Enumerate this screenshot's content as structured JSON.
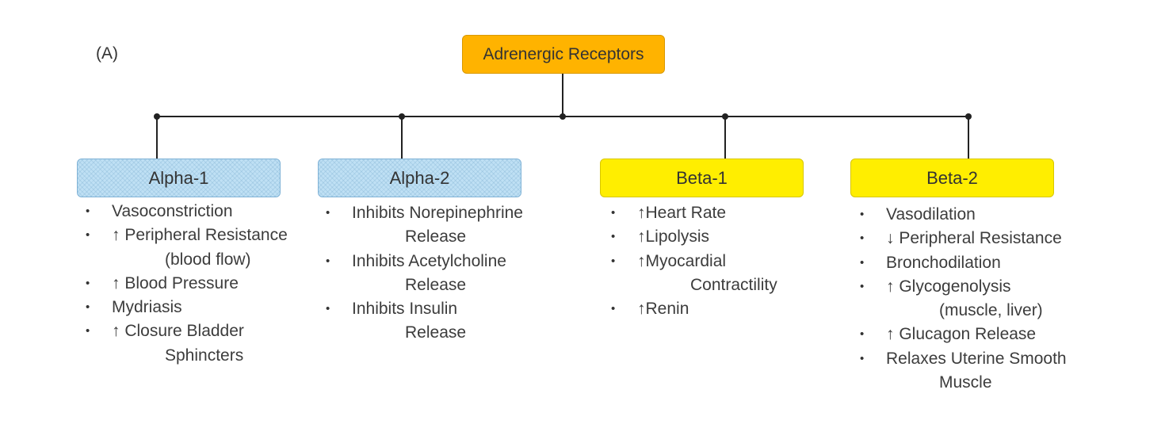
{
  "panel_label": "(A)",
  "root": {
    "label": "Adrenergic Receptors"
  },
  "receptors": [
    {
      "id": "alpha1",
      "label": "Alpha-1",
      "color": "#bfe0f4",
      "effects": [
        [
          "Vasoconstriction"
        ],
        [
          "↑ Peripheral Resistance",
          "(blood flow)"
        ],
        [
          "↑ Blood Pressure"
        ],
        [
          "Mydriasis"
        ],
        [
          "↑ Closure Bladder",
          "Sphincters"
        ]
      ]
    },
    {
      "id": "alpha2",
      "label": "Alpha-2",
      "color": "#bfe0f4",
      "effects": [
        [
          "Inhibits Norepinephrine",
          "Release"
        ],
        [
          "Inhibits Acetylcholine",
          "Release"
        ],
        [
          "Inhibits Insulin",
          "Release"
        ]
      ]
    },
    {
      "id": "beta1",
      "label": "Beta-1",
      "color": "#ffee00",
      "effects": [
        [
          "↑Heart Rate"
        ],
        [
          "↑Lipolysis"
        ],
        [
          "↑Myocardial",
          "Contractility"
        ],
        [
          "↑Renin"
        ]
      ]
    },
    {
      "id": "beta2",
      "label": "Beta-2",
      "color": "#ffee00",
      "effects": [
        [
          "Vasodilation"
        ],
        [
          "↓ Peripheral Resistance"
        ],
        [
          "Bronchodilation"
        ],
        [
          "↑ Glycogenolysis",
          "(muscle, liver)"
        ],
        [
          "↑ Glucagon Release"
        ],
        [
          "Relaxes Uterine Smooth",
          "Muscle"
        ]
      ]
    }
  ],
  "colors": {
    "root_fill": "#ffb300",
    "alpha_fill": "#bfe0f4",
    "beta_fill": "#ffee00",
    "connector": "#222222"
  }
}
